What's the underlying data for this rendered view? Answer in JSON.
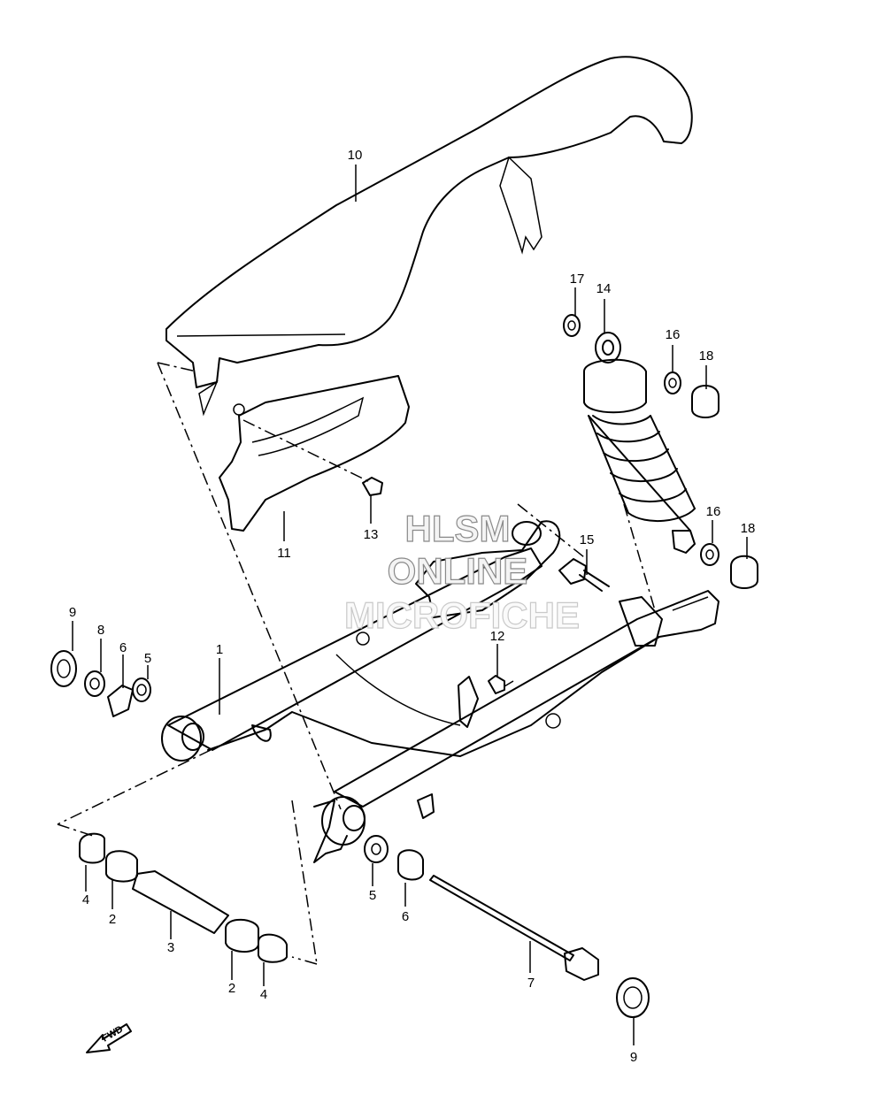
{
  "callouts": {
    "c1": "1",
    "c2a": "2",
    "c2b": "2",
    "c3": "3",
    "c4a": "4",
    "c4b": "4",
    "c5a": "5",
    "c5b": "5",
    "c6a": "6",
    "c6b": "6",
    "c7": "7",
    "c8": "8",
    "c9a": "9",
    "c9b": "9",
    "c10": "10",
    "c11": "11",
    "c12": "12",
    "c13": "13",
    "c14": "14",
    "c15": "15",
    "c16a": "16",
    "c16b": "16",
    "c17": "17",
    "c18a": "18",
    "c18b": "18"
  },
  "watermark": {
    "line1": "HLSM",
    "line2": "ONLINE",
    "line3": "MICROFICHE"
  },
  "fwd": {
    "label": "FWD"
  },
  "colors": {
    "line": "#000000",
    "background": "#ffffff",
    "watermark_outline": "#8a8a8a"
  }
}
